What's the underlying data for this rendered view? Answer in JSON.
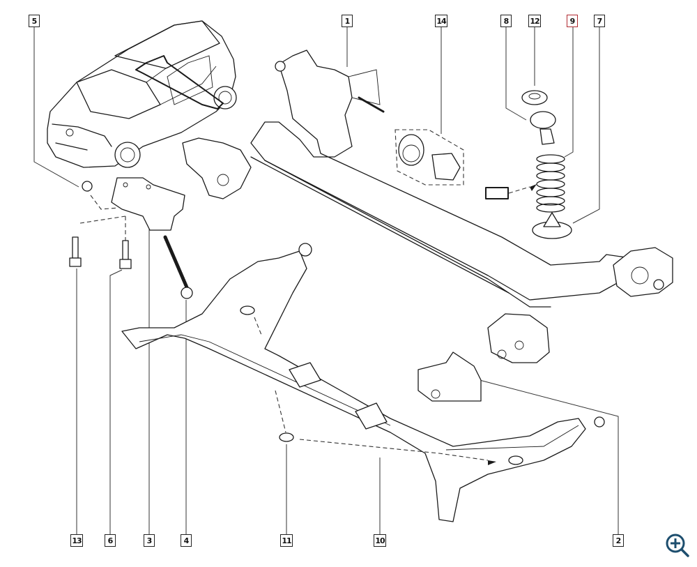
{
  "diagram": {
    "title": "Rear axle assembly exploded parts diagram",
    "callouts": [
      {
        "id": "5",
        "label": "5"
      },
      {
        "id": "1",
        "label": "1"
      },
      {
        "id": "14",
        "label": "14"
      },
      {
        "id": "8",
        "label": "8"
      },
      {
        "id": "12",
        "label": "12"
      },
      {
        "id": "9",
        "label": "9",
        "selected": true
      },
      {
        "id": "7",
        "label": "7"
      },
      {
        "id": "13",
        "label": "13"
      },
      {
        "id": "6",
        "label": "6"
      },
      {
        "id": "3",
        "label": "3"
      },
      {
        "id": "4",
        "label": "4"
      },
      {
        "id": "11",
        "label": "11"
      },
      {
        "id": "10",
        "label": "10"
      },
      {
        "id": "2",
        "label": "2"
      }
    ],
    "selected_color": "#b02a30",
    "line_color": "#1a1a1a"
  },
  "toolbar": {
    "zoom_icon": "zoom-in-icon",
    "zoom_color": "#1d4e6e"
  }
}
